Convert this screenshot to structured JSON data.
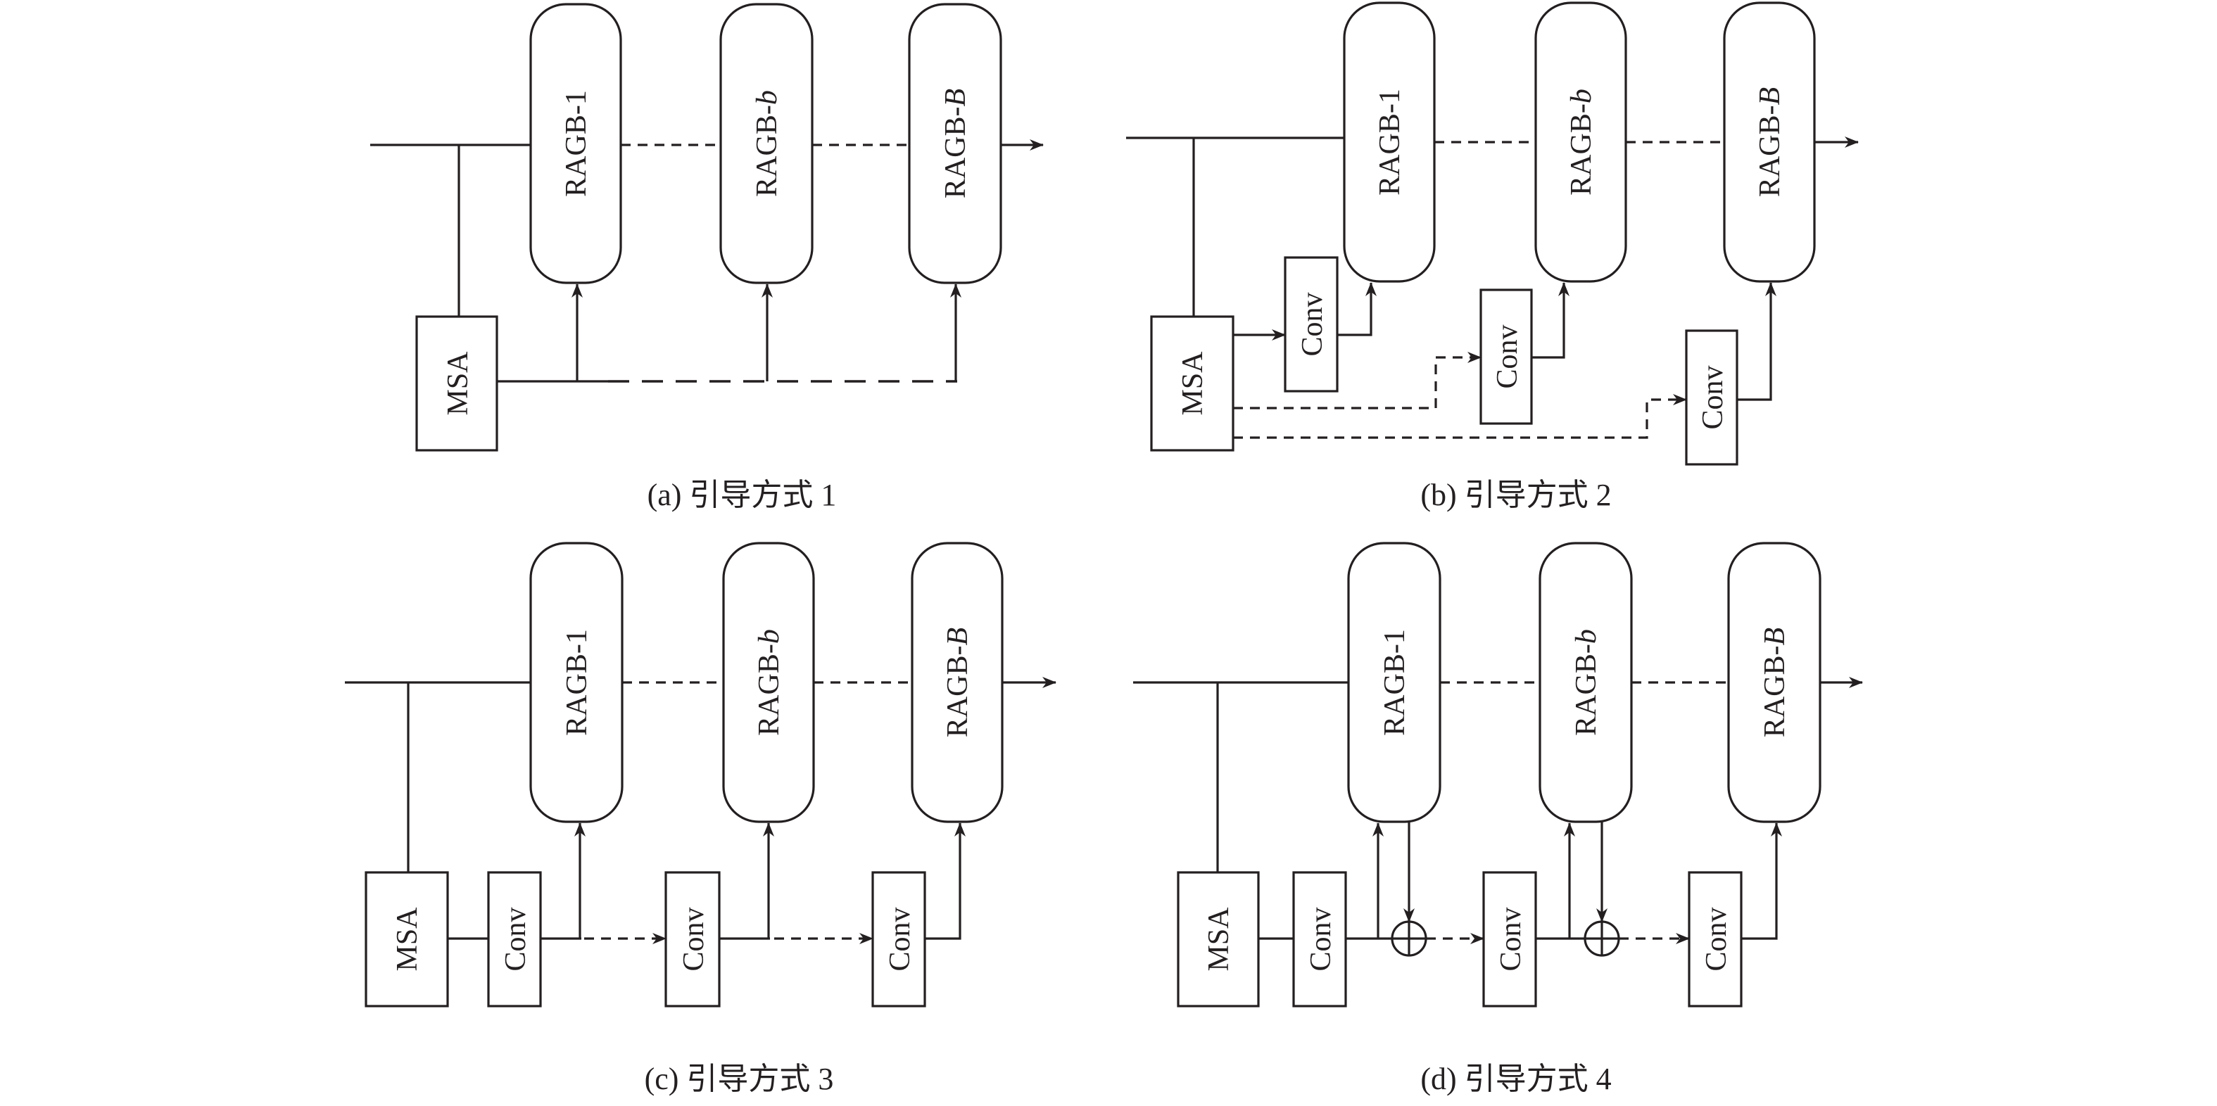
{
  "figure": {
    "panels": [
      {
        "id": "a",
        "caption": "(a) 引导方式 1",
        "msa": "MSA",
        "blocks": [
          "RAGB-1",
          "RAGB-b",
          "RAGB-B"
        ],
        "blocks_prefix": "RAGB-",
        "blocks_suffix": [
          "1",
          "b",
          "B"
        ],
        "conv_count": 0,
        "conv_label": "Conv"
      },
      {
        "id": "b",
        "caption": "(b) 引导方式 2",
        "msa": "MSA",
        "blocks": [
          "RAGB-1",
          "RAGB-b",
          "RAGB-B"
        ],
        "blocks_prefix": "RAGB-",
        "blocks_suffix": [
          "1",
          "b",
          "B"
        ],
        "conv_count": 3,
        "conv_label": "Conv"
      },
      {
        "id": "c",
        "caption": "(c) 引导方式 3",
        "msa": "MSA",
        "blocks": [
          "RAGB-1",
          "RAGB-b",
          "RAGB-B"
        ],
        "blocks_prefix": "RAGB-",
        "blocks_suffix": [
          "1",
          "b",
          "B"
        ],
        "conv_count": 3,
        "conv_label": "Conv"
      },
      {
        "id": "d",
        "caption": "(d) 引导方式 4",
        "msa": "MSA",
        "blocks": [
          "RAGB-1",
          "RAGB-b",
          "RAGB-B"
        ],
        "blocks_prefix": "RAGB-",
        "blocks_suffix": [
          "1",
          "b",
          "B"
        ],
        "conv_count": 3,
        "conv_label": "Conv",
        "adders": 2
      }
    ],
    "colors": {
      "stroke": "#231f20",
      "background": "#ffffff"
    }
  }
}
